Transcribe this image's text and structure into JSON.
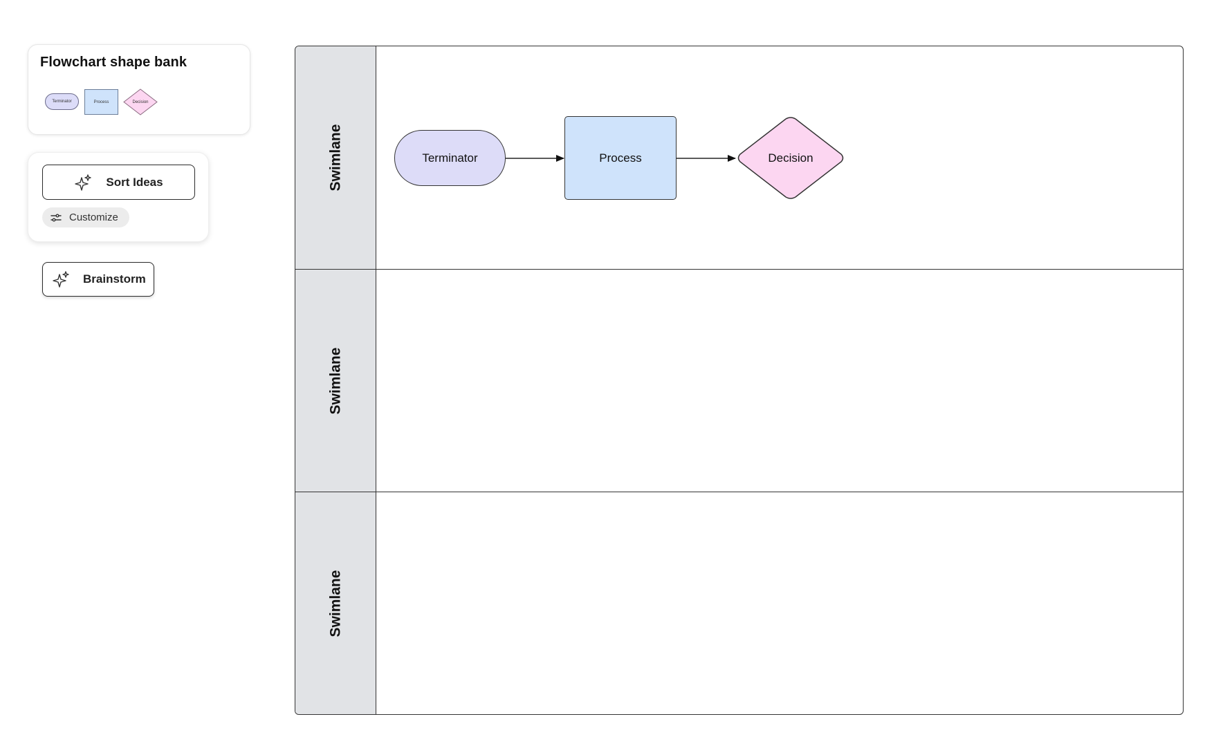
{
  "shape_bank": {
    "title": "Flowchart shape bank",
    "shapes": [
      {
        "label": "Terminator",
        "color": "#dcdcf8"
      },
      {
        "label": "Process",
        "color": "#cfe3fb"
      },
      {
        "label": "Decision",
        "color": "#fcd6f1"
      }
    ]
  },
  "sort_card": {
    "sort_button_label": "Sort Ideas",
    "sort_button_icon": "sparkle-icon",
    "customize_label": "Customize",
    "customize_icon": "sliders-icon"
  },
  "brainstorm": {
    "label": "Brainstorm",
    "icon": "sparkle-icon"
  },
  "swimlanes": {
    "lanes": [
      {
        "label": "Swimlane"
      },
      {
        "label": "Swimlane"
      },
      {
        "label": "Swimlane"
      }
    ],
    "header_color": "#e1e3e6",
    "flow": {
      "terminator": {
        "label": "Terminator",
        "color": "#dddcf8"
      },
      "process": {
        "label": "Process",
        "color": "#cfe3fb"
      },
      "decision": {
        "label": "Decision",
        "color": "#fcd6f1"
      }
    }
  }
}
